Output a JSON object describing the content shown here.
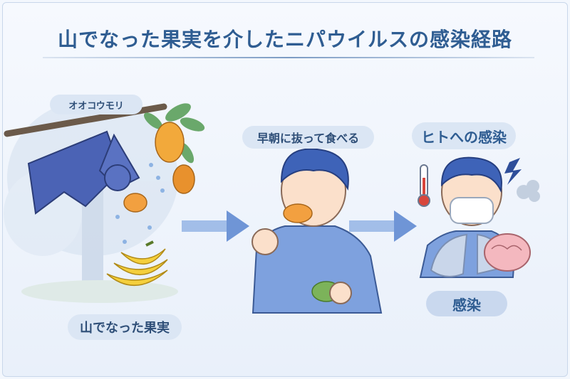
{
  "title": "山でなった果実を介したニパウイルスの感染経路",
  "labels": {
    "bat": "オオコウモリ",
    "fruit": "山でなった果実",
    "eating": "早朝に抜って食べる",
    "human_infection": "ヒトへの感染",
    "infection": "感染"
  },
  "colors": {
    "title": "#2f5d92",
    "accent": "#4a74c4",
    "pill": "#dbe6f4",
    "arrow": "#6f95d6"
  }
}
